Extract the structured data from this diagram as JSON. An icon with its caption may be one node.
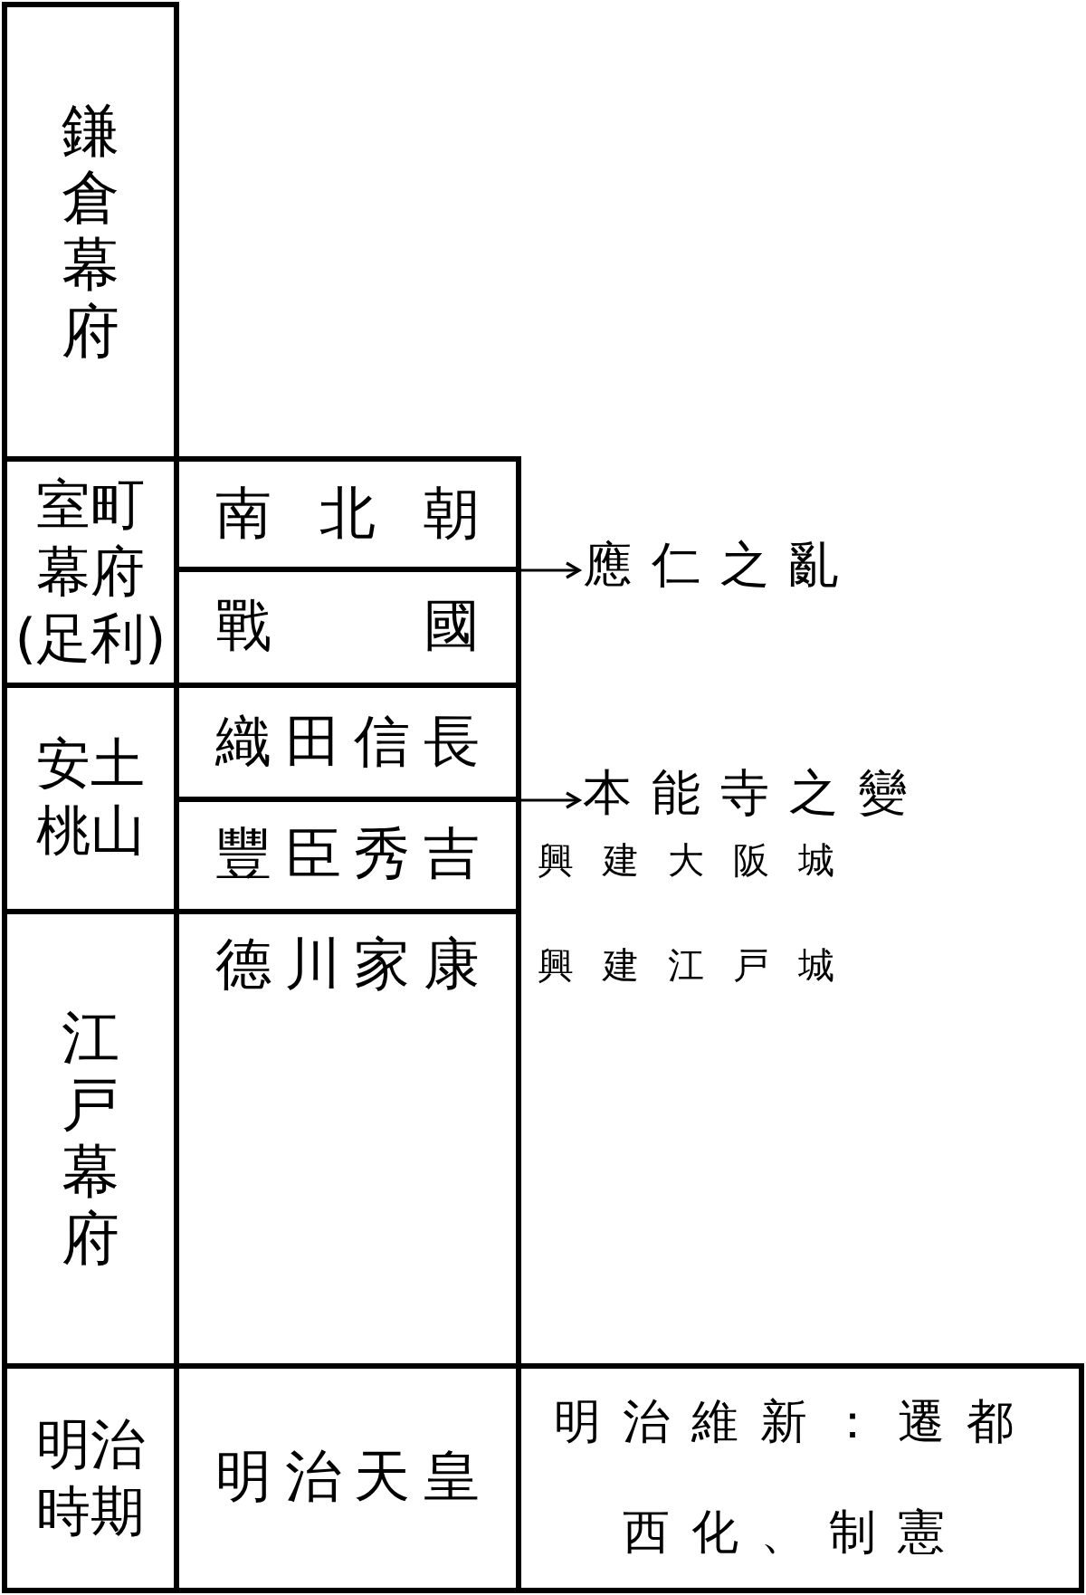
{
  "diagram": {
    "nodes": [
      {
        "text": [
          "鎌倉幕府"
        ]
      },
      {
        "text": [
          "室町幕府(足利)"
        ]
      },
      {
        "text": [
          "南北朝"
        ]
      },
      {
        "text": [
          "戰國"
        ]
      },
      {
        "text": [
          "應仁之亂"
        ]
      },
      {
        "text": [
          "安土桃山"
        ]
      },
      {
        "text": [
          "織田信長"
        ]
      },
      {
        "text": [
          "豐臣秀吉"
        ],
        "beside": [
          "興建大阪城"
        ]
      },
      {
        "text": [
          "本能寺之變"
        ]
      },
      {
        "text": [
          "江戸幕府"
        ]
      },
      {
        "text": [
          "德川家康"
        ],
        "beside": [
          "興建江戸城"
        ]
      },
      {
        "text": [
          "明治時期"
        ]
      },
      {
        "text": [
          "明治天皇"
        ]
      },
      {
        "text": [
          "明治維新：遷都西化、制憲"
        ]
      }
    ],
    "edges": [
      {
        "from": 2,
        "to": 4,
        "arrow": "to"
      },
      {
        "from": 7,
        "to": 8,
        "arrow": "to"
      }
    ]
  }
}
